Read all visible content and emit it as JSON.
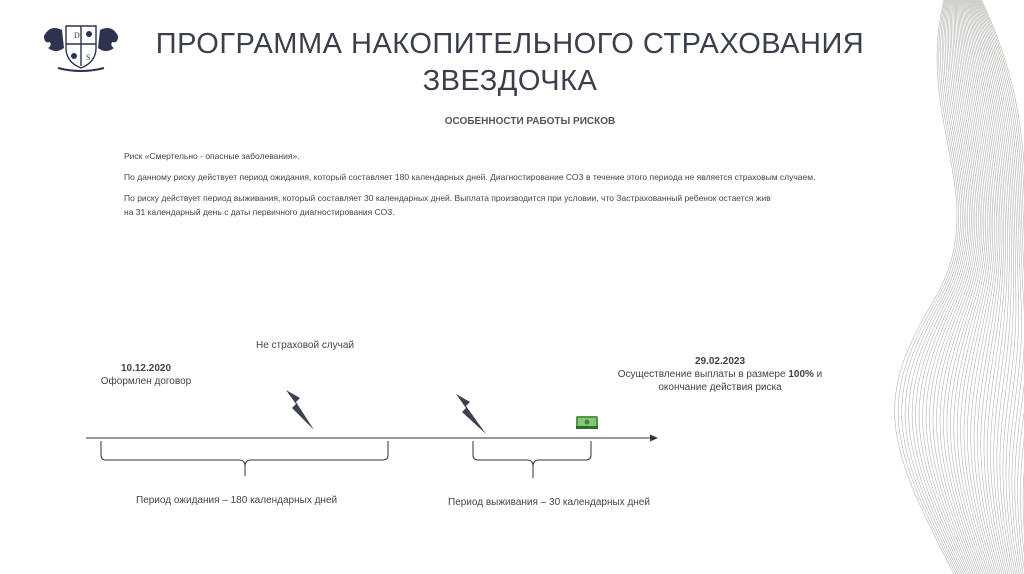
{
  "header": {
    "title_line1": "ПРОГРАММА НАКОПИТЕЛЬНОГО СТРАХОВАНИЯ",
    "title_line2": "ЗВЕЗДОЧКА",
    "subtitle": "ОСОБЕННОСТИ РАБОТЫ РИСКОВ",
    "logo_letters": [
      "D",
      "S"
    ]
  },
  "body": {
    "p1": "Риск «Смертельно - опасные заболевания».",
    "p2": "По данному риску действует период ожидания, который составляет 180 календарных дней. Диагностирование СОЗ в течение этого периода не является страховым случаем.",
    "p3_line1": "По риску действует период выживания, который составляет 30 календарных дней. Выплата производится при условии, что Застрахованный ребенок остается жив",
    "p3_line2": "на 31 календарный день с даты первичного диагностирования СОЗ."
  },
  "timeline": {
    "start_date": "10.12.2020",
    "start_label": "Оформлен договор",
    "not_insured_label": "Не страховой случай",
    "end_date": "29.02.2023",
    "end_label_prefix": "Осуществление выплаты в размере ",
    "end_label_percent": "100%",
    "end_label_suffix": " и",
    "end_label_line2": "окончание действия риска",
    "waiting_period": "Период ожидания – 180 календарных дней",
    "survival_period": "Период выживания – 30 календарных дней",
    "icons": [
      "lightning-icon",
      "lightning-icon",
      "money-icon"
    ]
  },
  "colors": {
    "title": "#3b3e4b",
    "logo": "#2e3350",
    "lightning": "#3c4152",
    "money": "#3f8a3a"
  }
}
